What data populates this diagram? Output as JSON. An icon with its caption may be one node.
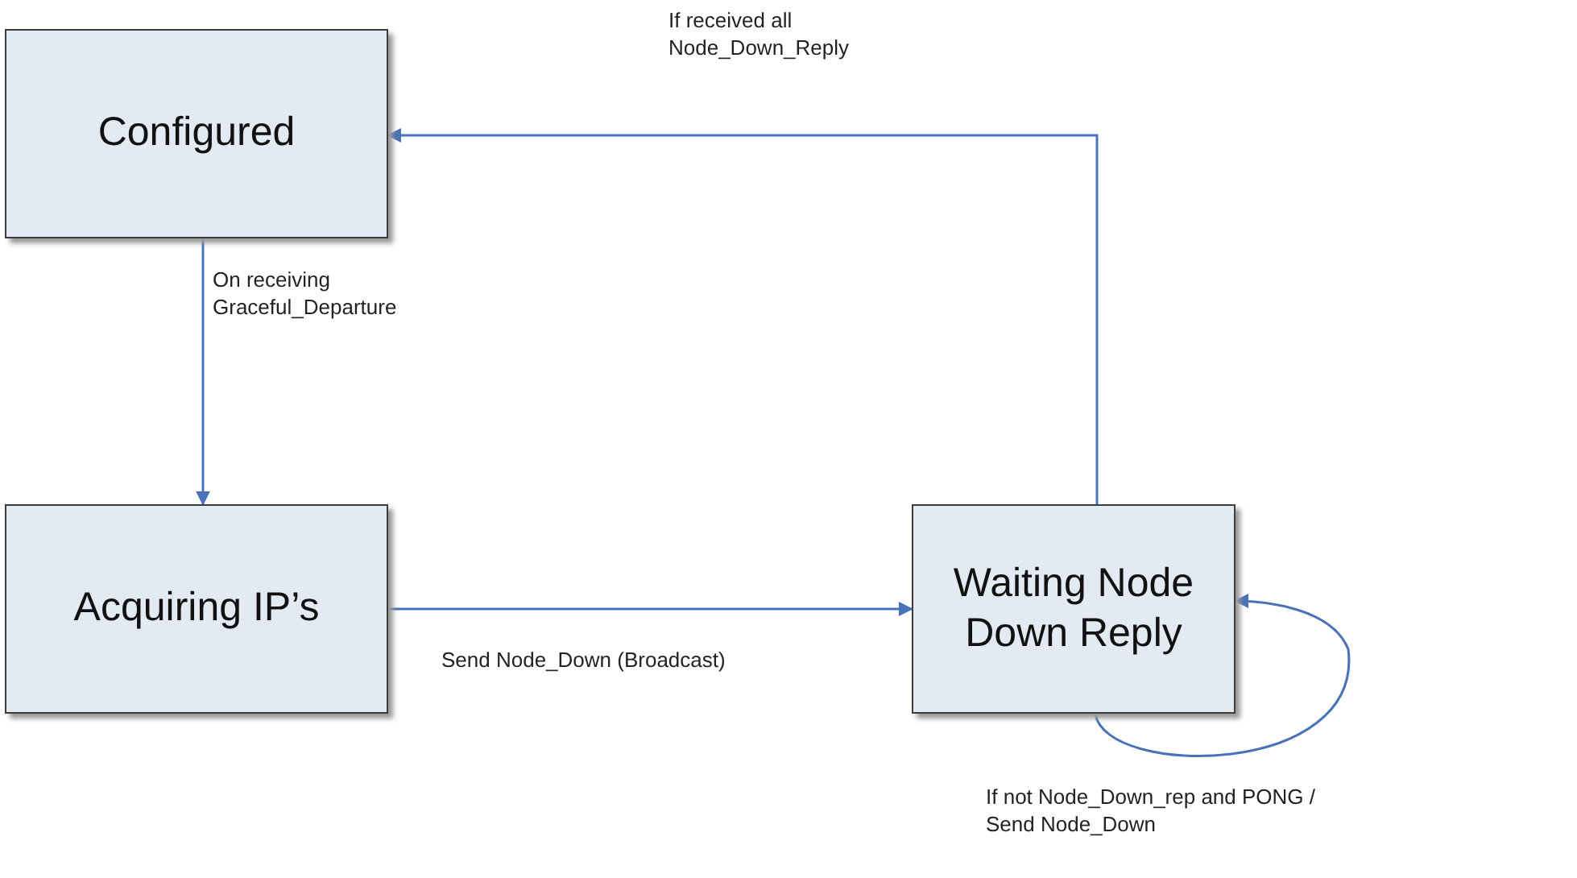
{
  "diagram": {
    "nodes": [
      {
        "text": [
          "Configured"
        ]
      },
      {
        "text": [
          "Acquiring IP’s"
        ]
      },
      {
        "text": [
          "Waiting Node Down Reply"
        ]
      }
    ],
    "edges": [
      {
        "from": 0,
        "to": 1,
        "arrow": "to",
        "label": "On receiving Graceful_Departure"
      },
      {
        "from": 1,
        "to": 2,
        "arrow": "to",
        "label": "Send Node_Down (Broadcast)"
      },
      {
        "from": 2,
        "to": 0,
        "arrow": "to",
        "label": "If received all Node_Down_Reply"
      },
      {
        "from": 2,
        "to": 2,
        "arrow": "to",
        "label": "If not Node_Down_rep and PONG / Send Node_Down"
      }
    ]
  }
}
